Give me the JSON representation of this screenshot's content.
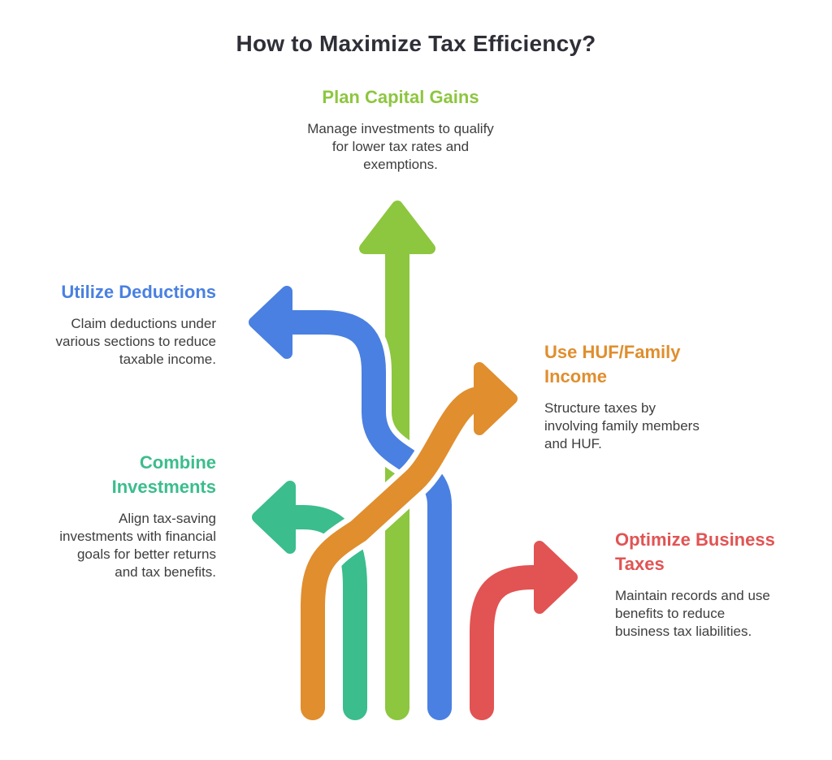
{
  "title": "How to Maximize Tax Efficiency?",
  "colors": {
    "title": "#2f2f38",
    "body": "#3e3e3e",
    "green": "#8DC63F",
    "blue": "#4A80E1",
    "orange": "#E08E2E",
    "teal": "#3BBD8D",
    "red": "#E25353",
    "casing": "#FFFFFF"
  },
  "sections": {
    "capital_gains": {
      "title": "Plan Capital Gains",
      "body": "Manage investments to qualify\nfor lower tax rates and\nexemptions."
    },
    "deductions": {
      "title": "Utilize Deductions",
      "body": "Claim deductions under\nvarious sections to reduce\ntaxable income."
    },
    "huf": {
      "title": "Use HUF/Family\nIncome",
      "body": "Structure taxes by\ninvolving family members\nand HUF."
    },
    "investments": {
      "title": "Combine\nInvestments",
      "body": "Align tax-saving\ninvestments with financial\ngoals for better returns\nand tax benefits."
    },
    "business": {
      "title": "Optimize Business\nTaxes",
      "body": "Maintain records and use\nbenefits to reduce\nbusiness tax liabilities."
    }
  }
}
